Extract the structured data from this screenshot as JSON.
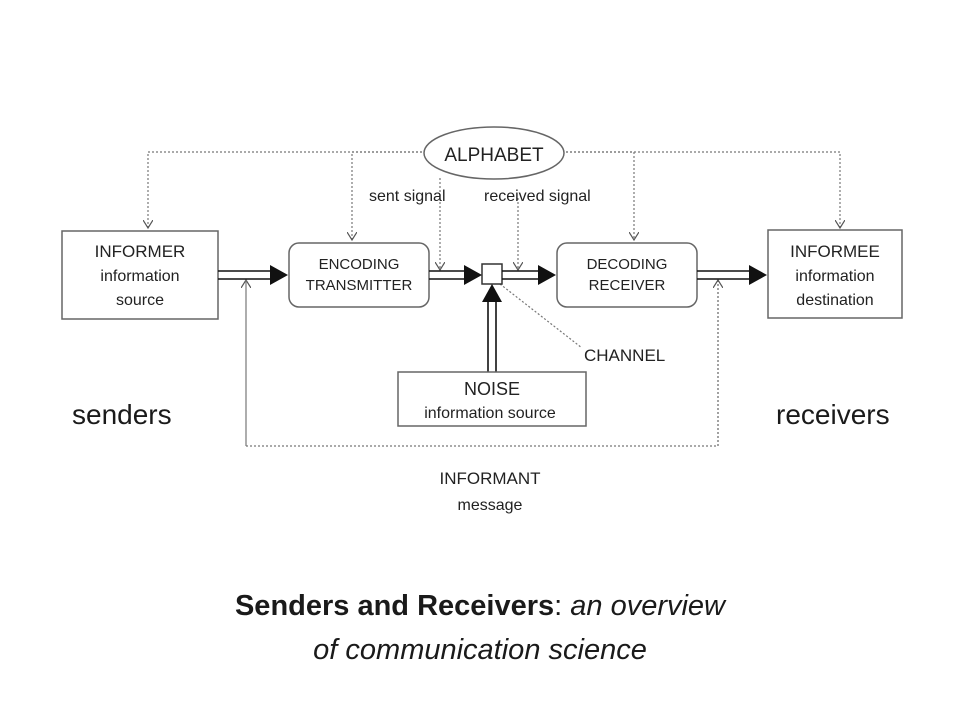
{
  "diagram": {
    "alphabet": "ALPHABET",
    "sent_signal": "sent signal",
    "received_signal": "received signal",
    "informer_line1": "INFORMER",
    "informer_line2": "information",
    "informer_line3": "source",
    "encoding_line1": "ENCODING",
    "encoding_line2": "TRANSMITTER",
    "decoding_line1": "DECODING",
    "decoding_line2": "RECEIVER",
    "informee_line1": "INFORMEE",
    "informee_line2": "information",
    "informee_line3": "destination",
    "channel": "CHANNEL",
    "noise_line1": "NOISE",
    "noise_line2": "information source",
    "informant_line1": "INFORMANT",
    "informant_line2": "message"
  },
  "labels": {
    "senders": "senders",
    "receivers": "receivers"
  },
  "caption": {
    "bold": "Senders and Receivers",
    "colon": ":",
    "italic_line1": " an overview",
    "italic_line2": "of communication science"
  }
}
